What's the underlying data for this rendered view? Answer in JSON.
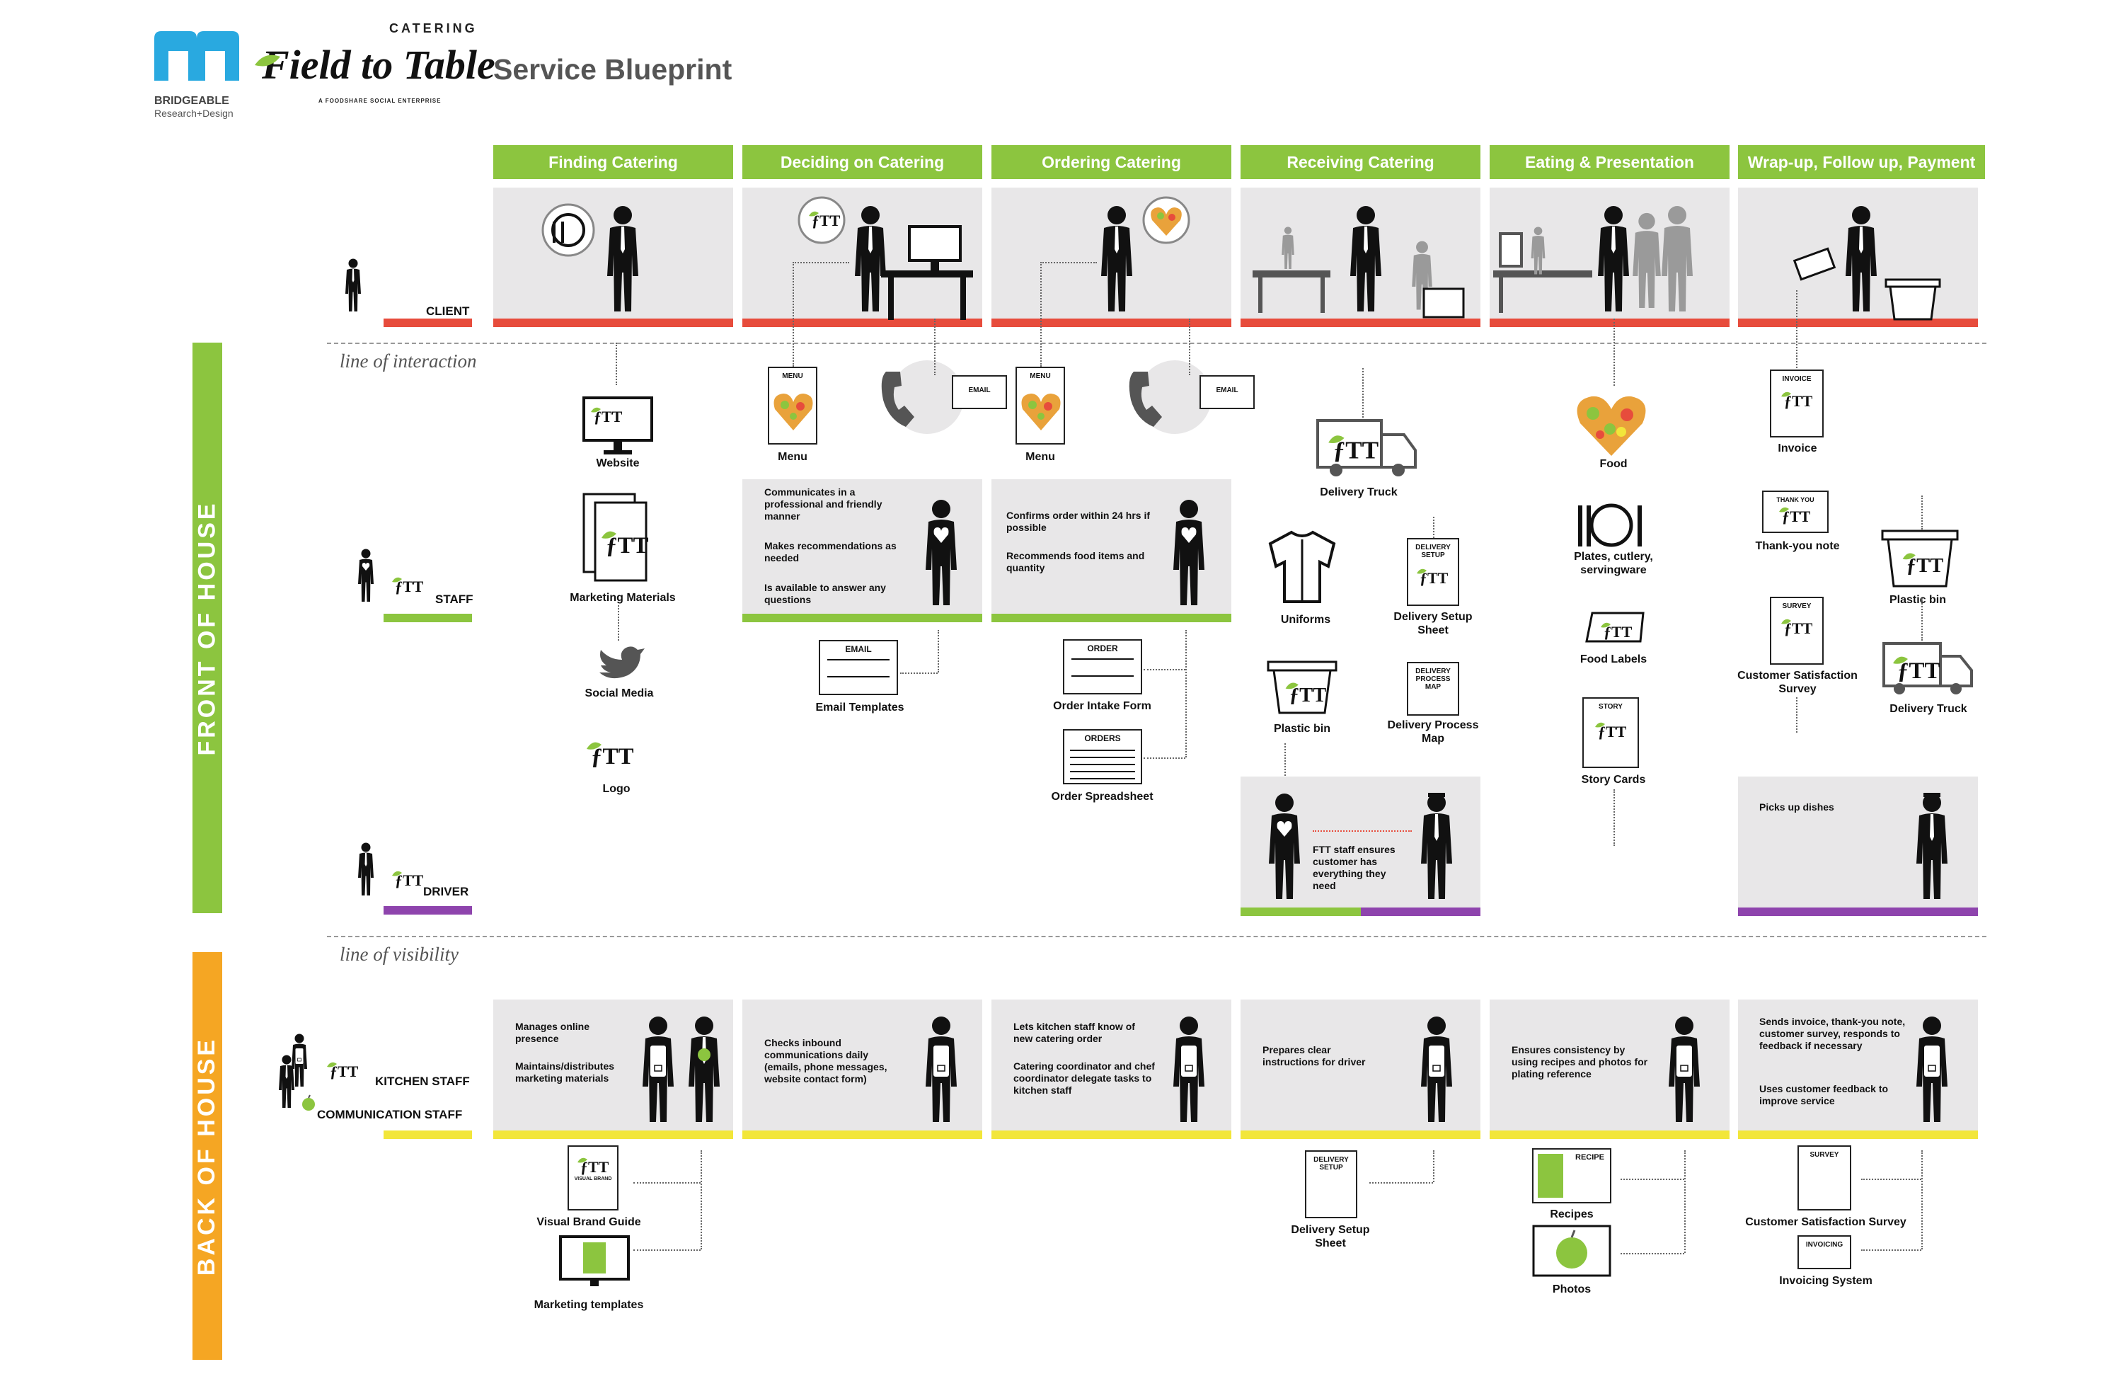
{
  "header": {
    "logo_bridgeable": "BRIDGEABLE",
    "logo_bridgeable_sub": "Research+Design",
    "logo_catering": "CATERING",
    "logo_ftt": "Field to Table",
    "logo_ftt_sub": "A FOODSHARE SOCIAL ENTERPRISE",
    "title": "Service Blueprint"
  },
  "stages": [
    "Finding Catering",
    "Deciding on Catering",
    "Ordering Catering",
    "Receiving Catering",
    "Eating & Presentation",
    "Wrap-up, Follow up, Payment"
  ],
  "lines": {
    "interaction": "line of interaction",
    "visibility": "line of visibility"
  },
  "sections": {
    "front": "FRONT OF HOUSE",
    "back": "BACK OF HOUSE"
  },
  "roles": {
    "client": "CLIENT",
    "staff": "STAFF",
    "driver": "DRIVER",
    "kitchen": "KITCHEN STAFF",
    "communication": "COMMUNICATION STAFF"
  },
  "front_items": {
    "website": "Website",
    "marketing_materials": "Marketing Materials",
    "social_media": "Social Media",
    "logo": "Logo",
    "menu_1": "Menu",
    "menu_doc_1": "MENU",
    "email_doc_1": "EMAIL",
    "deciding_text": [
      "Communicates in a professional and friendly manner",
      "Makes recommendations as needed",
      "Is available to answer any questions"
    ],
    "email_templates": "Email Templates",
    "email_templates_doc": "EMAIL",
    "menu_2": "Menu",
    "menu_doc_2": "MENU",
    "email_doc_2": "EMAIL",
    "ordering_text": [
      "Confirms order within 24 hrs if possible",
      "Recommends food items and quantity"
    ],
    "order_intake_form": "Order Intake Form",
    "order_doc": "ORDER",
    "order_spreadsheet": "Order Spreadsheet",
    "orders_doc": "ORDERS",
    "delivery_truck_1": "Delivery Truck",
    "uniforms": "Uniforms",
    "delivery_setup_sheet": "Delivery Setup Sheet",
    "delivery_setup_doc": "DELIVERY SETUP",
    "plastic_bin_1": "Plastic bin",
    "delivery_process_map": "Delivery Process Map",
    "delivery_process_doc": "DELIVERY PROCESS MAP",
    "receiving_text": "FTT staff ensures customer has everything they need",
    "food": "Food",
    "plates": "Plates, cutlery, servingware",
    "food_labels": "Food Labels",
    "story_cards": "Story Cards",
    "story_doc": "STORY",
    "invoice": "Invoice",
    "invoice_doc": "INVOICE",
    "thank_you": "Thank-you note",
    "thank_you_doc": "THANK YOU",
    "survey": "Customer Satisfaction Survey",
    "survey_doc": "SURVEY",
    "plastic_bin_2": "Plastic bin",
    "delivery_truck_2": "Delivery Truck",
    "picks_up": "Picks up dishes"
  },
  "back_items": {
    "finding_text": [
      "Manages online presence",
      "Maintains/distributes marketing materials"
    ],
    "deciding_text": "Checks inbound communications daily (emails, phone messages, website contact form)",
    "ordering_text": [
      "Lets kitchen staff know of new catering order",
      "Catering coordinator and chef coordinator delegate tasks to kitchen staff"
    ],
    "receiving_text": "Prepares clear instructions for driver",
    "eating_text": "Ensures consistency by using recipes and photos for plating reference",
    "wrap_text": [
      "Sends invoice, thank-you note, customer survey, responds to feedback if necessary",
      "Uses customer feedback to improve service"
    ],
    "visual_brand_guide": "Visual Brand Guide",
    "visual_brand_doc": "VISUAL BRAND",
    "marketing_templates": "Marketing templates",
    "delivery_setup_sheet": "Delivery Setup Sheet",
    "delivery_setup_doc": "DELIVERY SETUP",
    "recipes": "Recipes",
    "recipe_doc": "RECIPE",
    "photos": "Photos",
    "survey_system": "Customer Satisfaction Survey",
    "survey_doc": "SURVEY",
    "invoicing_system": "Invoicing System",
    "invoicing_doc": "INVOICING"
  },
  "colors": {
    "stage_green": "#8cc53f",
    "client_red": "#e74c3c",
    "driver_purple": "#8e44ad",
    "kitchen_yellow": "#f2e63a",
    "front_side": "#8cc53f",
    "back_side": "#f5a623",
    "bridgeable_blue": "#29a9e0"
  }
}
